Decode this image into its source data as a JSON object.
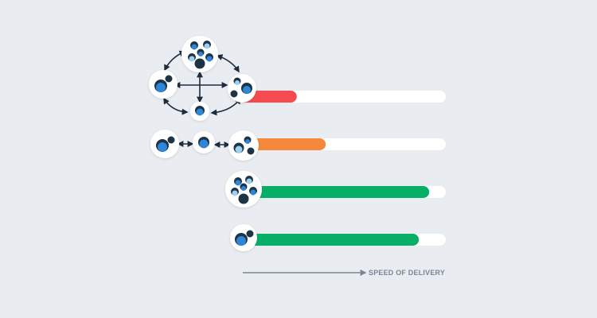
{
  "axis": {
    "label": "SPEED OF DELIVERY"
  },
  "colors": {
    "background": "#E9ECF0",
    "track": "#FFFFFF",
    "arrow": "#1E2D3D",
    "axis_arrow": "#7B8794",
    "person_dark": "#1D3447",
    "person_blue": "#2E86D8",
    "person_light": "#9FD0F2"
  },
  "chart_data": {
    "type": "bar",
    "orientation": "horizontal",
    "value_axis_label": "SPEED OF DELIVERY",
    "ylim": [
      0,
      1
    ],
    "rows": [
      {
        "team_structure": "four-group-network",
        "value": 0.28,
        "color": "#F54B4E"
      },
      {
        "team_structure": "three-group-chain",
        "value": 0.42,
        "color": "#F5883A"
      },
      {
        "team_structure": "single-large-team",
        "value": 0.92,
        "color": "#06AF68"
      },
      {
        "team_structure": "single-small-team",
        "value": 0.87,
        "color": "#06AF68"
      }
    ]
  }
}
